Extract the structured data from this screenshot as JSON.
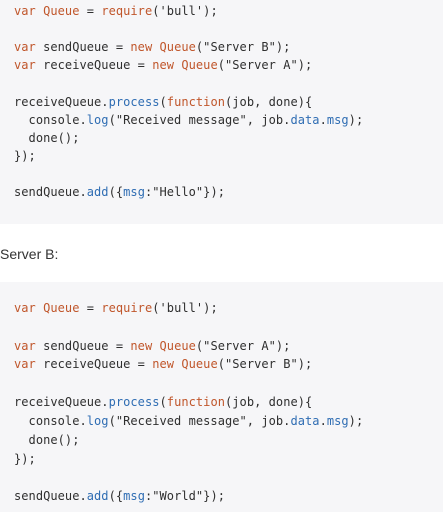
{
  "code_block_1": {
    "line_1": {
      "kw": "var",
      "name": "Queue",
      "mid": " = ",
      "call": "require",
      "rest": "('bull');"
    },
    "line_3": {
      "kw": "var",
      "name": " sendQueue = ",
      "new": "new",
      "cls": "Queue",
      "rest": "(\"Server B\");"
    },
    "line_4": {
      "kw": "var",
      "name": " receiveQueue = ",
      "new": "new",
      "cls": "Queue",
      "rest": "(\"Server A\");"
    },
    "line_6": {
      "obj": "receiveQueue.",
      "method": "process",
      "open": "(",
      "fnkw": "function",
      "rest": "(job, done){"
    },
    "line_7": {
      "obj": "  console.",
      "method": "log",
      "rest": "(\"Received message\", job.",
      "prop1": "data",
      "dot": ".",
      "prop2": "msg",
      "end": ");"
    },
    "line_8": {
      "text": "  done();"
    },
    "line_9": {
      "text": "});"
    },
    "line_11": {
      "obj": "sendQueue.",
      "method": "add",
      "open": "({",
      "key": "msg",
      "rest": ":\"Hello\"});"
    }
  },
  "section_label": "Server B:",
  "code_block_2": {
    "line_1": {
      "kw": "var",
      "name": "Queue",
      "mid": " = ",
      "call": "require",
      "rest": "('bull');"
    },
    "line_3": {
      "kw": "var",
      "name": " sendQueue = ",
      "new": "new",
      "cls": "Queue",
      "rest": "(\"Server A\");"
    },
    "line_4": {
      "kw": "var",
      "name": " receiveQueue = ",
      "new": "new",
      "cls": "Queue",
      "rest": "(\"Server B\");"
    },
    "line_6": {
      "obj": "receiveQueue.",
      "method": "process",
      "open": "(",
      "fnkw": "function",
      "rest": "(job, done){"
    },
    "line_7": {
      "obj": "  console.",
      "method": "log",
      "rest": "(\"Received message\", job.",
      "prop1": "data",
      "dot": ".",
      "prop2": "msg",
      "end": ");"
    },
    "line_8": {
      "text": "  done();"
    },
    "line_9": {
      "text": "});"
    },
    "line_11": {
      "obj": "sendQueue.",
      "method": "add",
      "open": "({",
      "key": "msg",
      "rest": ":\"World\"});"
    }
  }
}
